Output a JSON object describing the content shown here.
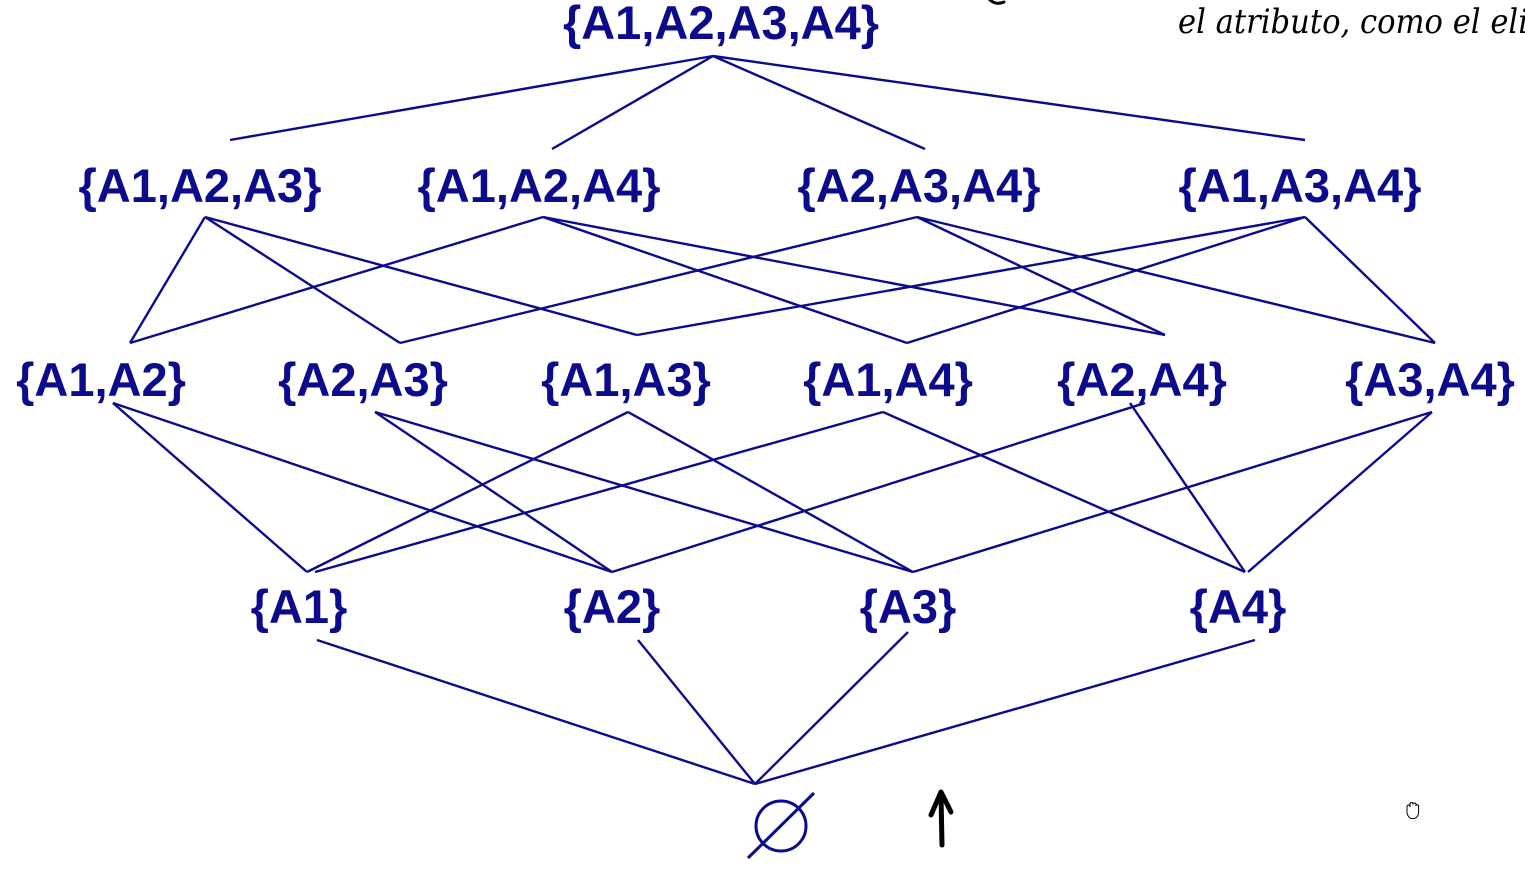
{
  "lattice": {
    "top": "{A1,A2,A3,A4}",
    "level3": [
      "{A1,A2,A3}",
      "{A1,A2,A4}",
      "{A2,A3,A4}",
      "{A1,A3,A4}"
    ],
    "level2": [
      "{A1,A2}",
      "{A2,A3}",
      "{A1,A3}",
      "{A1,A4}",
      "{A2,A4}",
      "{A3,A4}"
    ],
    "level1": [
      "{A1}",
      "{A2}",
      "{A3}",
      "{A4}"
    ],
    "bottom": "∅"
  },
  "colors": {
    "diagram": "#0b0b8c",
    "ink": "#000000"
  },
  "annotation": {
    "handwritten_note": "el atributo, como el eli"
  },
  "icons": {
    "cursor": "hand-cursor-icon",
    "arrow": "up-arrow-icon"
  }
}
